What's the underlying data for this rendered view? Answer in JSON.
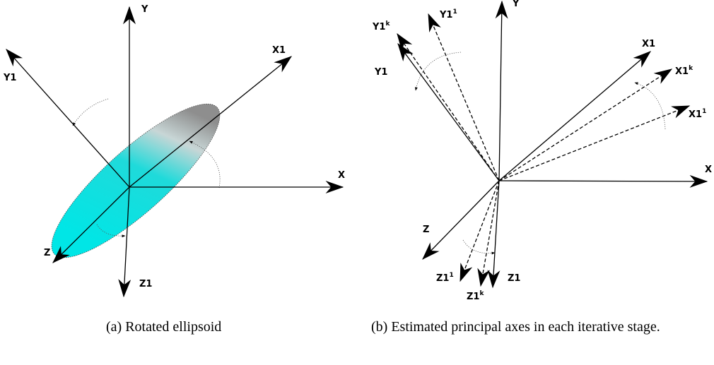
{
  "figure_a": {
    "labels": {
      "y": "Y",
      "y1": "Y1",
      "x1": "X1",
      "x": "X",
      "z": "Z",
      "z1": "Z1"
    },
    "caption": "(a) Rotated ellipsoid",
    "colors": {
      "ellipsoid_light": "#ffffff",
      "ellipsoid_teal": "#00e6e6",
      "ellipsoid_gray": "#9a9a9a"
    }
  },
  "figure_b": {
    "labels": {
      "y": "Y",
      "y1_k_base": "Y1",
      "y1_k_sup": "k",
      "y1_1_base": "Y1",
      "y1_1_sup": "1",
      "y1": "Y1",
      "x1": "X1",
      "x1_k_base": "X1",
      "x1_k_sup": "k",
      "x1_1_base": "X1",
      "x1_1_sup": "1",
      "x": "X",
      "z": "Z",
      "z1_1_base": "Z1",
      "z1_1_sup": "1",
      "z1_k_base": "Z1",
      "z1_k_sup": "k",
      "z1": "Z1"
    },
    "caption": "(b) Estimated principal axes in each iterative stage."
  }
}
